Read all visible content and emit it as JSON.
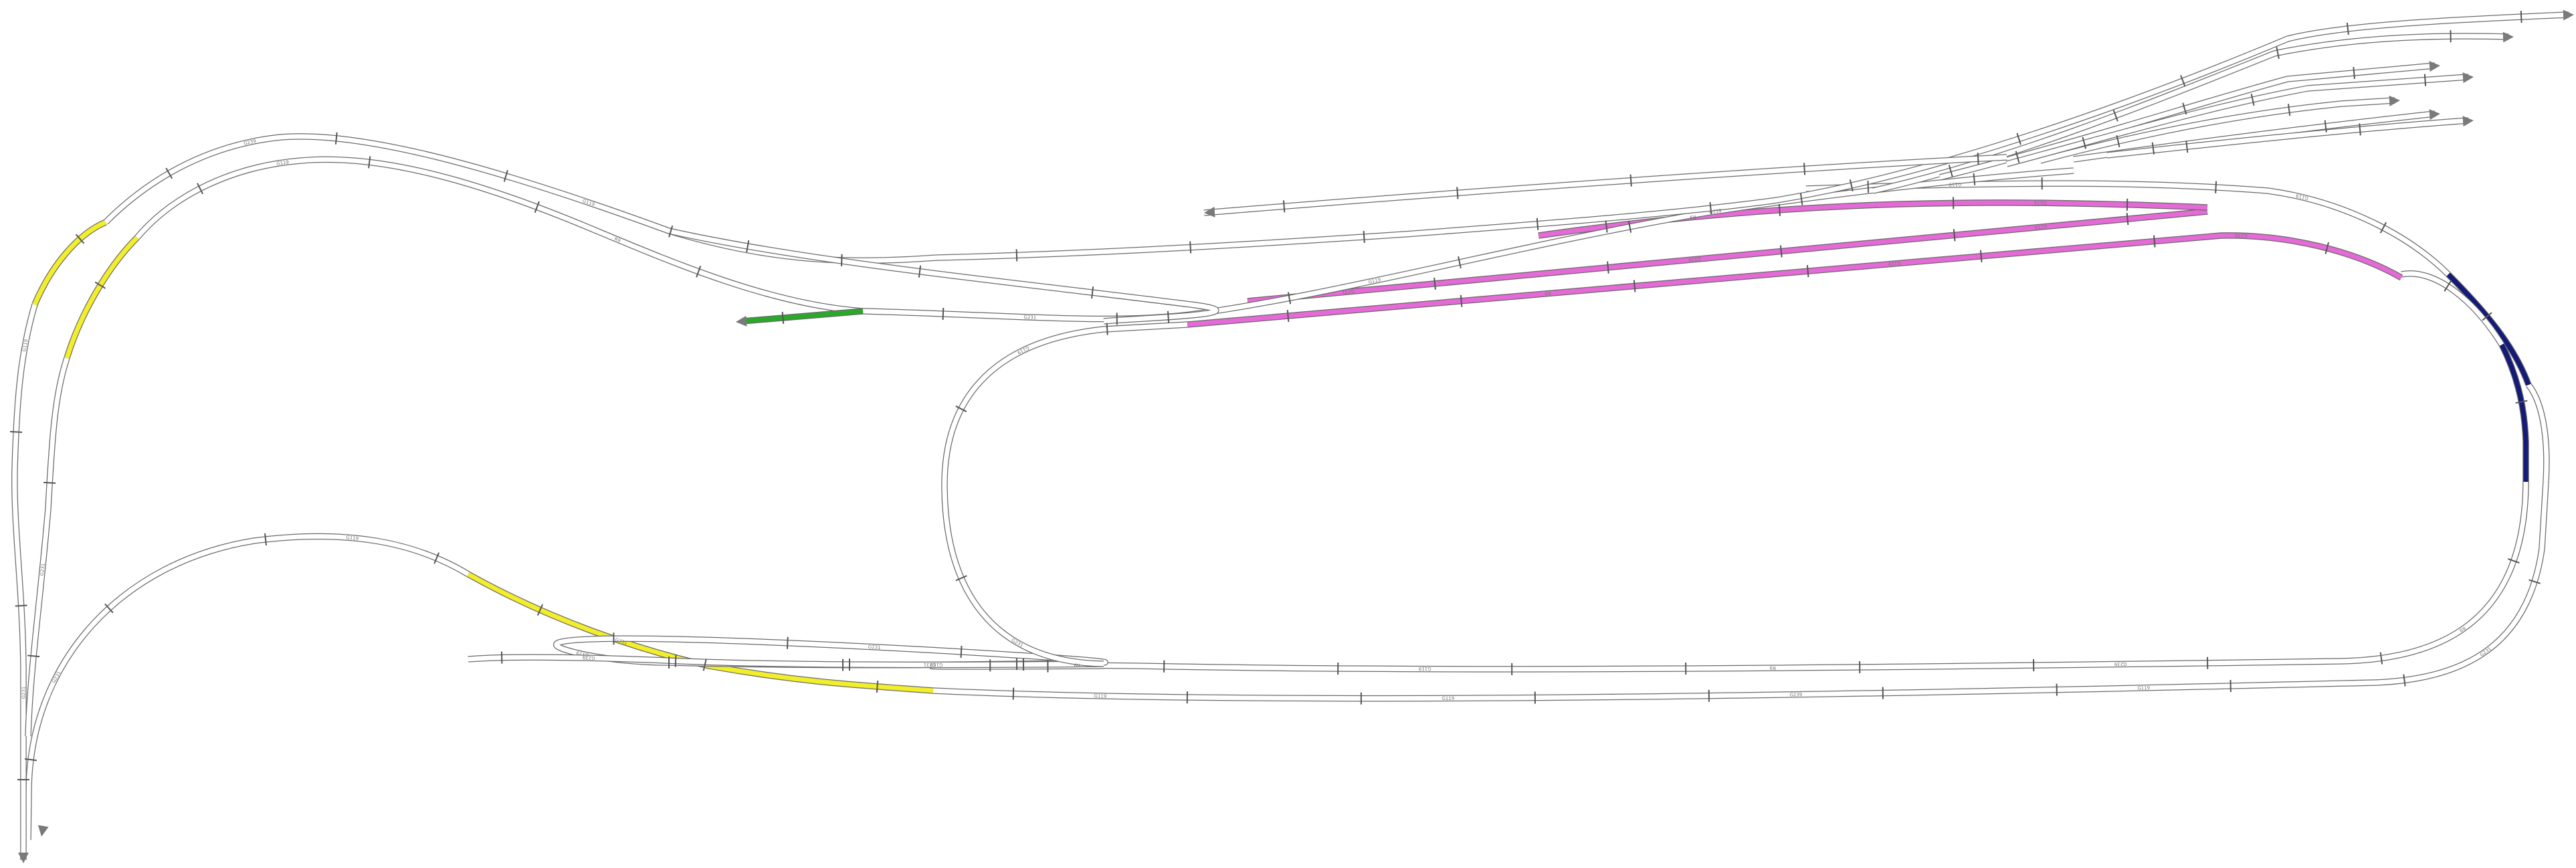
{
  "diagram": {
    "kind": "model railway track plan",
    "colors": {
      "track_fill": "#ffffff",
      "track_outline": "#6b6b6b",
      "yellow": "#f2ee2b",
      "green": "#2aa82a",
      "magenta": "#e46ad6",
      "navy": "#141a78"
    },
    "track_labels": [
      "G231",
      "G119",
      "G231",
      "G119",
      "G119",
      "G239",
      "G119",
      "G231",
      "G119",
      "G119",
      "R9",
      "G239",
      "R9",
      "G119",
      "R9",
      "G231",
      "G119",
      "G231",
      "G119",
      "G239",
      "G239",
      "G119",
      "R9",
      "G119",
      "G231",
      "G119",
      "G239",
      "G231",
      "G119",
      "R9",
      "G231",
      "G119",
      "G239",
      "G119",
      "G231",
      "G119",
      "R9",
      "G231",
      "G119",
      "G239"
    ]
  }
}
